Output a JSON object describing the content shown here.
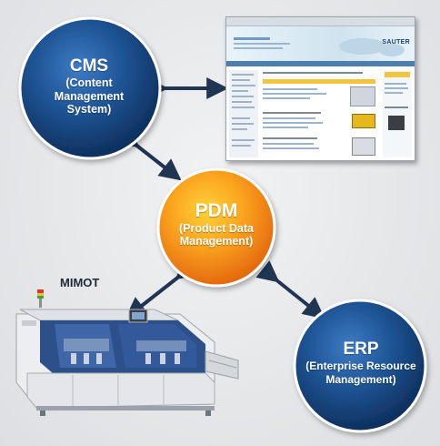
{
  "nodes": {
    "cms": {
      "title": "CMS",
      "subtitle_line1": "(Content Management",
      "subtitle_line2": "System)"
    },
    "pdm": {
      "title": "PDM",
      "subtitle_line1": "(Product Data",
      "subtitle_line2": "Management)"
    },
    "erp": {
      "title": "ERP",
      "subtitle_line1": "(Enterprise Resource",
      "subtitle_line2": "Management)"
    }
  },
  "machine_label": "MIMOT",
  "website": {
    "logo_text": "SAUTER"
  },
  "colors": {
    "cms_erp_fill": "#1a4a86",
    "pdm_fill": "#f28a12",
    "arrow": "#1f3552",
    "background": "#e5e6e8"
  }
}
